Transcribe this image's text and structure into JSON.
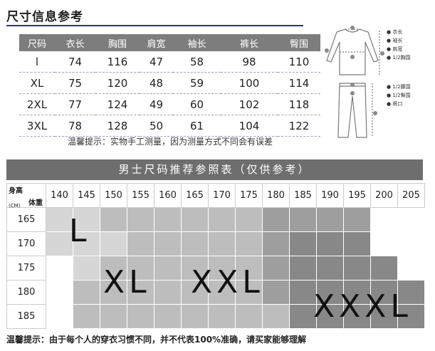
{
  "title": "尺寸信息参考",
  "size_table": {
    "headers": [
      "尺码",
      "衣长",
      "胸围",
      "肩宽",
      "袖长",
      "裤长",
      "臀围"
    ],
    "rows": [
      [
        "l",
        "74",
        "116",
        "47",
        "58",
        "98",
        "110"
      ],
      [
        "XL",
        "75",
        "120",
        "48",
        "59",
        "100",
        "114"
      ],
      [
        "2XL",
        "77",
        "124",
        "49",
        "60",
        "102",
        "118"
      ],
      [
        "3XL",
        "78",
        "128",
        "50",
        "61",
        "104",
        "122"
      ]
    ]
  },
  "tip1": "温馨提示：实物手工测量，因为测量方式不同会有误差",
  "figure_legend": [
    "衣长",
    "袖长",
    "肩宽",
    "1/2胸围",
    "1/2腰围",
    "1/2臀围",
    "裤口"
  ],
  "chart_title": "男士尺码推荐参照表（仅供参考）",
  "grid": {
    "corner_top": "体重",
    "corner_unit": "(CM)",
    "corner_left": "身高",
    "weights": [
      "140",
      "145",
      "150",
      "155",
      "160",
      "165",
      "170",
      "175",
      "180",
      "185",
      "190",
      "195",
      "200",
      "205"
    ],
    "heights": [
      "165",
      "170",
      "175",
      "180",
      "185"
    ],
    "shades": [
      [
        "l",
        "l",
        "m",
        "m",
        "m",
        "m",
        "m",
        "m",
        "d",
        "d",
        "d",
        "d",
        "w",
        "w"
      ],
      [
        "l",
        "l",
        "l",
        "m",
        "m",
        "m",
        "m",
        "m",
        "d",
        "x",
        "x",
        "x",
        "w",
        "w"
      ],
      [
        "w",
        "l",
        "m",
        "m",
        "m",
        "m",
        "m",
        "m",
        "d",
        "x",
        "x",
        "x",
        "x",
        "w"
      ],
      [
        "w",
        "m",
        "m",
        "m",
        "m",
        "m",
        "m",
        "m",
        "d",
        "x",
        "x",
        "x",
        "x",
        "x"
      ],
      [
        "w",
        "m",
        "m",
        "m",
        "m",
        "m",
        "m",
        "m",
        "m",
        "x",
        "x",
        "x",
        "x",
        "x"
      ]
    ],
    "labels": [
      "L",
      "XL",
      "XXL",
      "XXXL"
    ]
  },
  "tip2": "温馨提示：由于每个人的穿衣习惯不同，并不代表100%准确，请买家能够理解"
}
